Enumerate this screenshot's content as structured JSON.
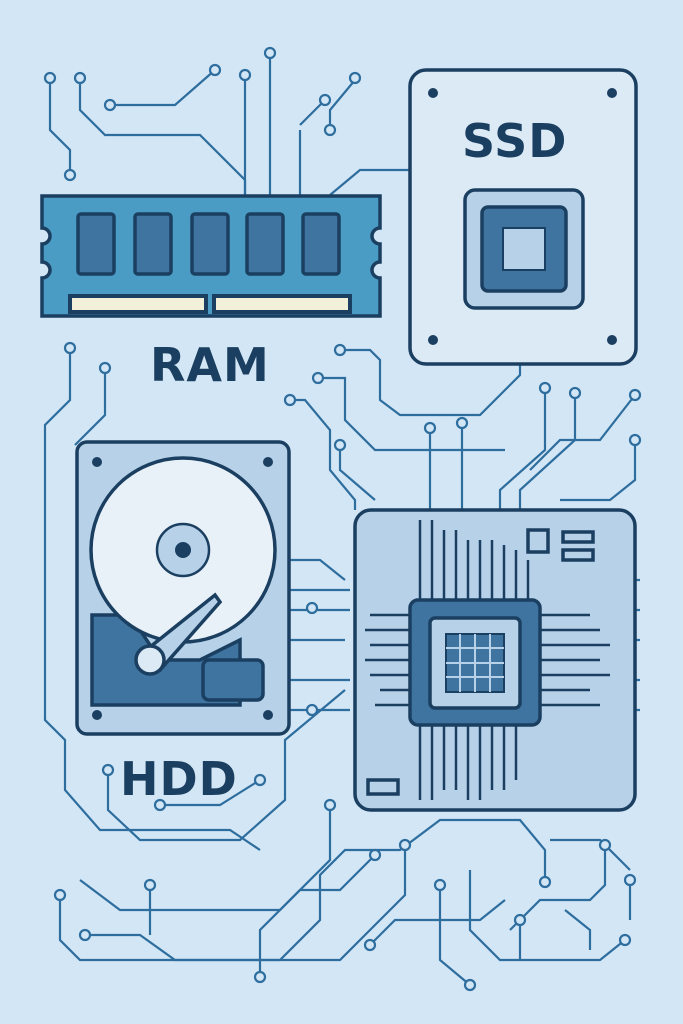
{
  "labels": {
    "ram": "RAM",
    "ssd": "SSD",
    "hdd": "HDD"
  },
  "colors": {
    "background": "#d3e6f5",
    "outline": "#1b3f60",
    "trace": "#2e6e9e",
    "ram_board": "#4a9cc4",
    "chip": "#3f74a0",
    "panel": "#b7d1e8"
  },
  "icons": [
    "ram-module-icon",
    "ssd-icon",
    "hdd-icon",
    "cpu-board-icon",
    "circuit-traces"
  ]
}
